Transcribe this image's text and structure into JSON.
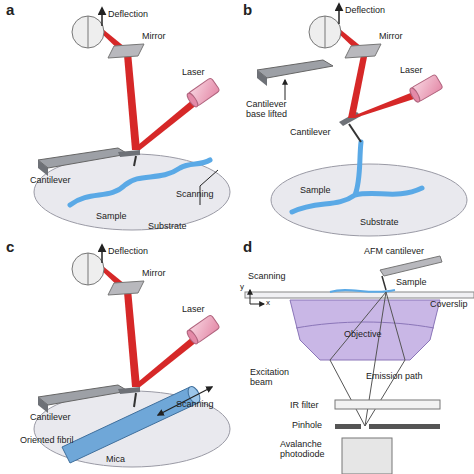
{
  "diagram": {
    "labels": [
      "a",
      "Deflection",
      "Mirror",
      "Laser",
      "Cantilever",
      "Scanning",
      "Sample",
      "Substrate",
      "b",
      "Deflection",
      "Mirror",
      "Laser",
      "Cantilever base lifted",
      "Cantilever",
      "Sample",
      "Substrate",
      "c",
      "Deflection",
      "Mirror",
      "Laser",
      "Cantilever",
      "Scanning",
      "Oriented fibril",
      "Mica",
      "d",
      "AFM cantilever",
      "Scanning",
      "Sample",
      "y",
      "x",
      "Coverslip",
      "Objective",
      "Excitation beam",
      "Emission path",
      "IR filter",
      "Pinhole",
      "Avalanche photodiode"
    ]
  }
}
